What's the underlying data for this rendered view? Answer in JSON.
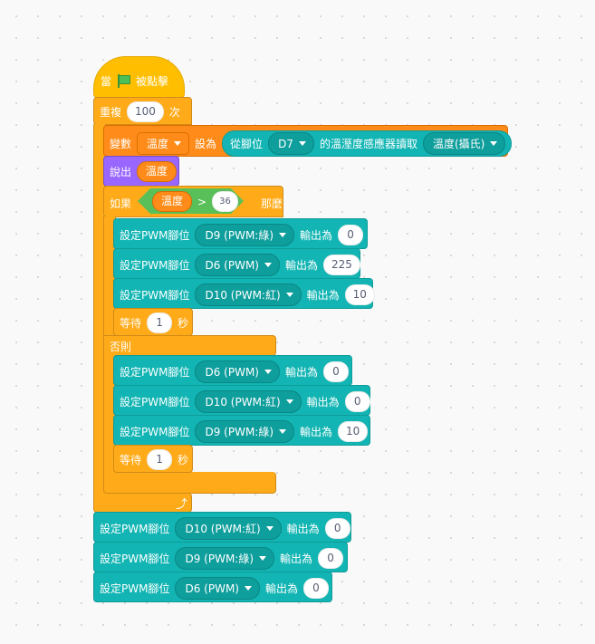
{
  "event": {
    "label_when": "當",
    "label_clicked": "被點擊",
    "flag_icon": "green-flag-icon"
  },
  "repeat": {
    "label": "重複",
    "count": "100",
    "suffix": "次",
    "arrow_icon": "loop-arrow-icon"
  },
  "set_variable": {
    "label": "變數",
    "variable": "溫度",
    "label_to": "設為",
    "reporter": {
      "label_from": "從腳位",
      "pin": "D7",
      "label_sensor": "的溫溼度感應器讀取",
      "mode": "溫度(攝氏)"
    }
  },
  "say": {
    "label": "說出",
    "variable": "溫度"
  },
  "if_block": {
    "label_if": "如果",
    "label_then": "那麼",
    "label_else": "否則",
    "condition": {
      "left": "溫度",
      "operator": ">",
      "right": "36"
    }
  },
  "pwm_label": "設定PWM腳位",
  "output_label": "輸出為",
  "wait": {
    "label": "等待",
    "unit": "秒"
  },
  "then_branch": {
    "pwm": [
      {
        "pin": "D9 (PWM:綠)",
        "value": "0"
      },
      {
        "pin": "D6 (PWM)",
        "value": "225"
      },
      {
        "pin": "D10 (PWM:紅)",
        "value": "10"
      }
    ],
    "wait_value": "1"
  },
  "else_branch": {
    "pwm": [
      {
        "pin": "D6 (PWM)",
        "value": "0"
      },
      {
        "pin": "D10 (PWM:紅)",
        "value": "0"
      },
      {
        "pin": "D9 (PWM:綠)",
        "value": "10"
      }
    ],
    "wait_value": "1"
  },
  "after_loop": {
    "pwm": [
      {
        "pin": "D10 (PWM:紅)",
        "value": "0"
      },
      {
        "pin": "D9 (PWM:綠)",
        "value": "0"
      },
      {
        "pin": "D6 (PWM)",
        "value": "0"
      }
    ]
  },
  "colors": {
    "event": "#ffbf00",
    "control": "#ffab19",
    "variable": "#ff8c1a",
    "looks": "#9966ff",
    "pwm": "#12b5b3",
    "operator": "#59c059"
  }
}
